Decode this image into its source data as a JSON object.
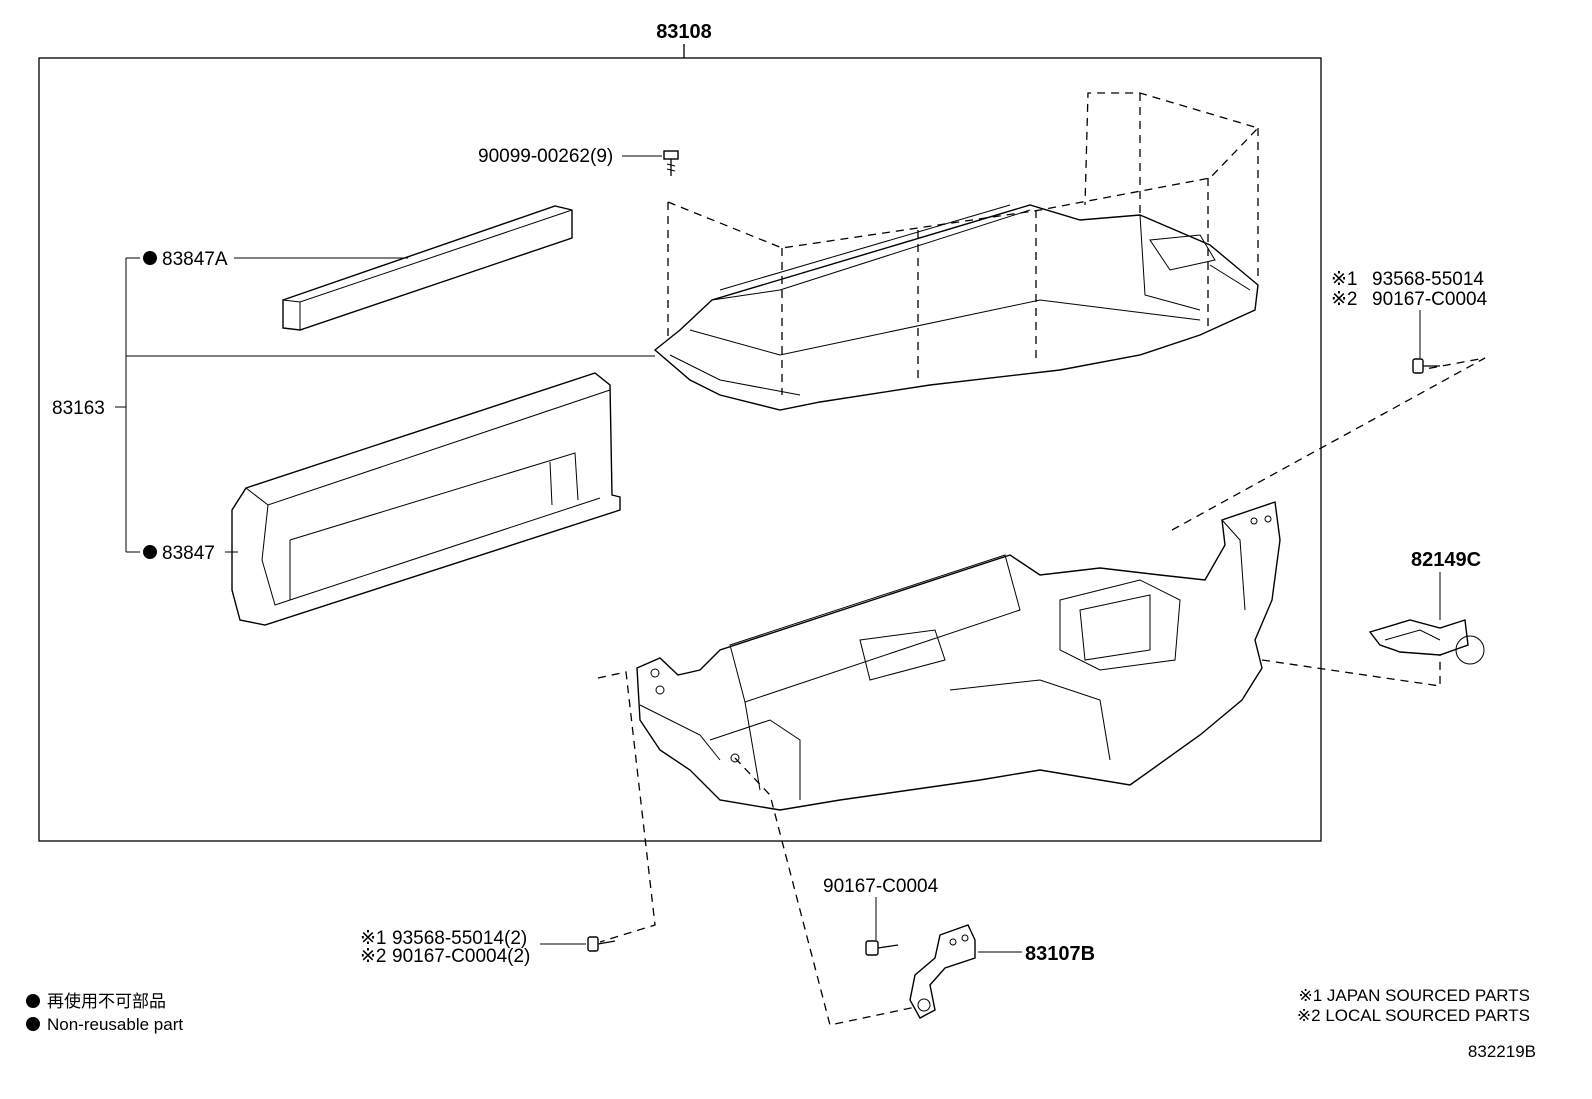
{
  "callouts": {
    "assembly": "83108",
    "bolt_top": "90099-00262(9)",
    "kit": "83163",
    "pad_a": "83847A",
    "pad": "83847",
    "bolt_right_1_mark": "※1",
    "bolt_right_1": "93568-55014",
    "bolt_right_2_mark": "※2",
    "bolt_right_2": "90167-C0004",
    "sensor": "82149C",
    "bolt_bottom_1_mark": "※1",
    "bolt_bottom_1": "93568-55014(2)",
    "bolt_bottom_2_mark": "※2",
    "bolt_bottom_2": "90167-C0004(2)",
    "screw_bracket": "90167-C0004",
    "bracket": "83107B"
  },
  "legend": {
    "jp": "再使用不可部品",
    "en": "Non-reusable part"
  },
  "notes": {
    "note1": "※1 JAPAN SOURCED PARTS",
    "note2": "※2 LOCAL SOURCED PARTS"
  },
  "diagram_id": "832219B"
}
